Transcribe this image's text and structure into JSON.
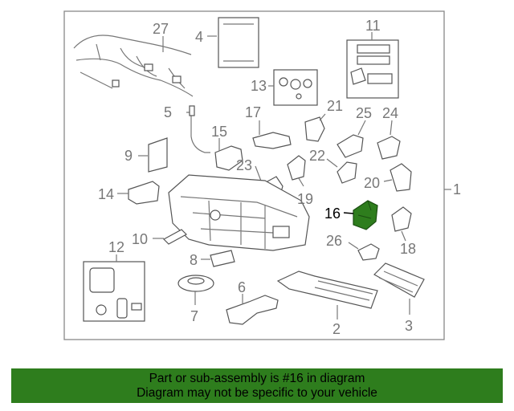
{
  "callouts": [
    {
      "id": "1",
      "label": "1"
    },
    {
      "id": "2",
      "label": "2"
    },
    {
      "id": "3",
      "label": "3"
    },
    {
      "id": "4",
      "label": "4"
    },
    {
      "id": "5",
      "label": "5"
    },
    {
      "id": "6",
      "label": "6"
    },
    {
      "id": "7",
      "label": "7"
    },
    {
      "id": "8",
      "label": "8"
    },
    {
      "id": "9",
      "label": "9"
    },
    {
      "id": "10",
      "label": "10"
    },
    {
      "id": "11",
      "label": "11"
    },
    {
      "id": "12",
      "label": "12"
    },
    {
      "id": "13",
      "label": "13"
    },
    {
      "id": "14",
      "label": "14"
    },
    {
      "id": "15",
      "label": "15"
    },
    {
      "id": "16",
      "label": "16"
    },
    {
      "id": "17",
      "label": "17"
    },
    {
      "id": "18",
      "label": "18"
    },
    {
      "id": "19",
      "label": "19"
    },
    {
      "id": "20",
      "label": "20"
    },
    {
      "id": "21",
      "label": "21"
    },
    {
      "id": "22",
      "label": "22"
    },
    {
      "id": "23",
      "label": "23"
    },
    {
      "id": "24",
      "label": "24"
    },
    {
      "id": "25",
      "label": "25"
    },
    {
      "id": "26",
      "label": "26"
    },
    {
      "id": "27",
      "label": "27"
    }
  ],
  "highlight_part": "16",
  "colors": {
    "highlight": "#2e7d1d",
    "banner": "#2e7d1d",
    "line": "#777777"
  },
  "banner": {
    "line1": "Part or sub-assembly is #16 in diagram",
    "line2": "Diagram may not be specific to your vehicle"
  }
}
